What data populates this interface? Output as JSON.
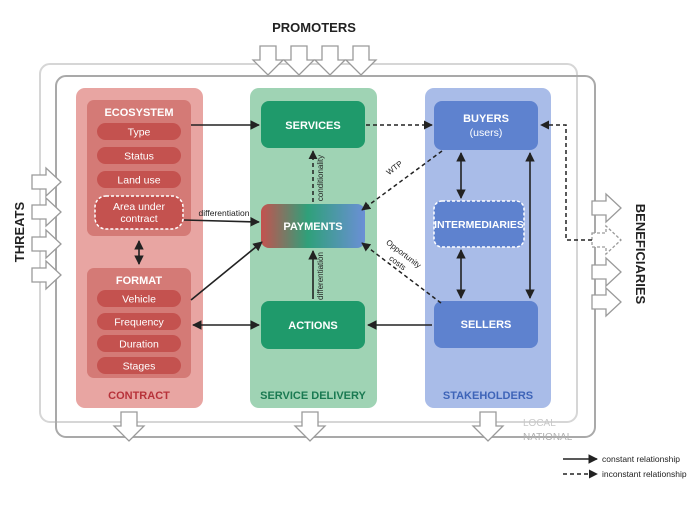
{
  "top_label": "PROMOTERS",
  "left_label": "THREATS",
  "right_label": "BENEFICIARIES",
  "scope": {
    "local": "LOCAL",
    "national": "NATIONAL"
  },
  "contract": {
    "title": "CONTRACT",
    "ecosystem": {
      "title": "ECOSYSTEM",
      "items": [
        "Type",
        "Status",
        "Land use"
      ],
      "dashed_item_line1": "Area under",
      "dashed_item_line2": "contract"
    },
    "format": {
      "title": "FORMAT",
      "items": [
        "Vehicle",
        "Frequency",
        "Duration",
        "Stages"
      ]
    }
  },
  "service_delivery": {
    "title": "SERVICE DELIVERY",
    "services": "SERVICES",
    "payments": "PAYMENTS",
    "actions": "ACTIONS"
  },
  "stakeholders": {
    "title": "STAKEHOLDERS",
    "buyers_line1": "BUYERS",
    "buyers_line2": "(users)",
    "intermediaries": "INTERMEDIARIES",
    "sellers": "SELLERS"
  },
  "edge_labels": {
    "differentiation_left": "differentiation",
    "conditionality": "conditionality",
    "differentiation_vertical": "differentiation",
    "wtp": "WTP",
    "opportunity_line1": "Opportunity",
    "opportunity_line2": "costs"
  },
  "legend": {
    "constant": "constant relationship",
    "inconstant": "inconstant relationship"
  },
  "colors": {
    "contract_panel": "#e8a5a2",
    "contract_dark": "#c4524f",
    "service_panel": "#9fd3b4",
    "service_box": "#1f9a6b",
    "stakeholder_panel": "#a9bce8",
    "stakeholder_box": "#5e82cf"
  }
}
